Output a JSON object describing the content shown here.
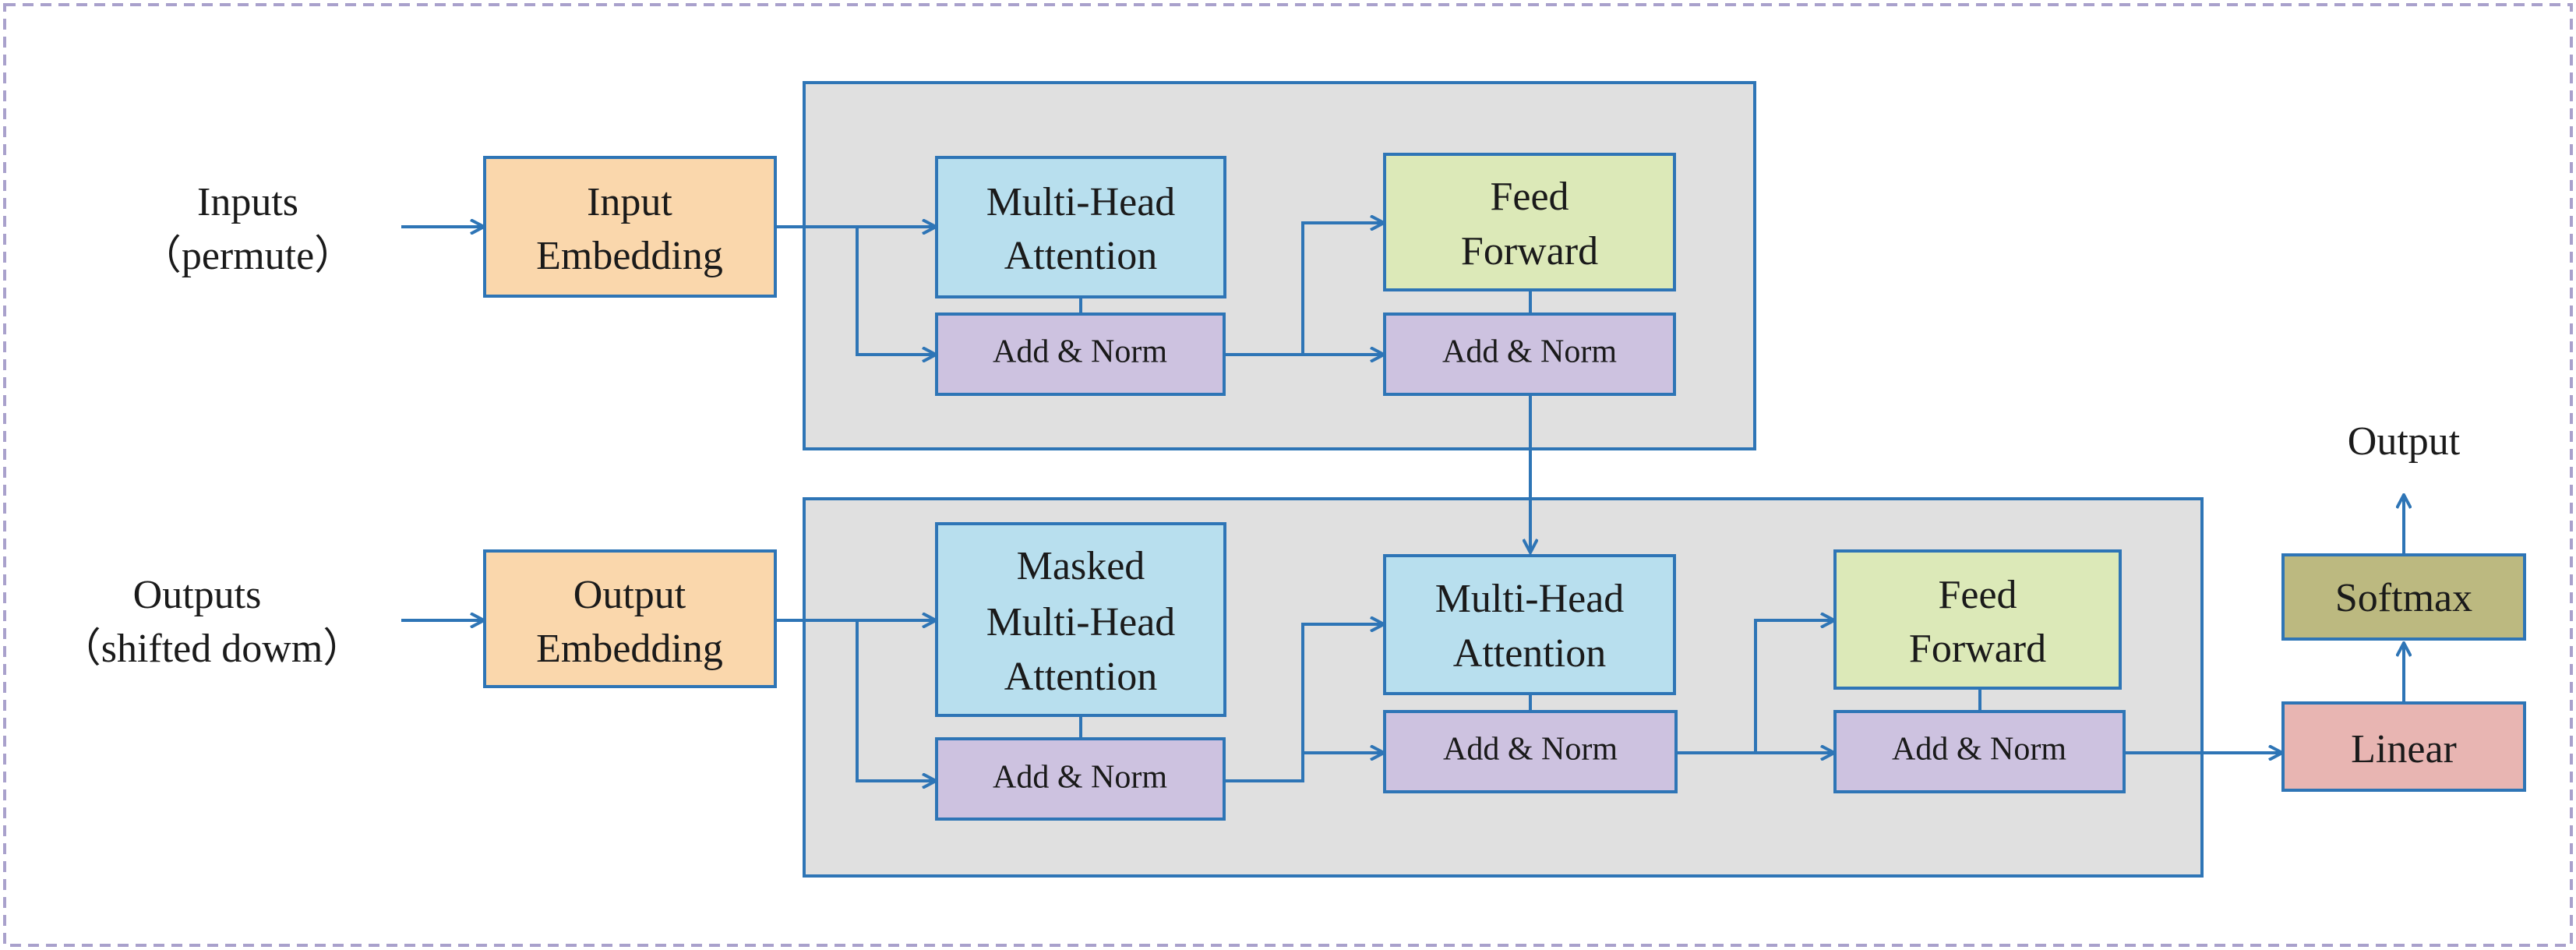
{
  "colors": {
    "frame_border": "#a9a1cc",
    "block_bg": "#e0e0e0",
    "line": "#2e75b6",
    "embedding": "#fad7ac",
    "attention": "#b8dfee",
    "feed_forward": "#dce9b8",
    "add_norm": "#cdc2e0",
    "softmax": "#bcb980",
    "linear": "#e8b5b2"
  },
  "encoder": {
    "input_label": {
      "line1": "Inputs",
      "line2": "（permute）"
    },
    "input_embedding": {
      "line1": "Input",
      "line2": "Embedding"
    },
    "attention": {
      "line1": "Multi-Head",
      "line2": "Attention"
    },
    "add_norm_1": "Add & Norm",
    "feed_forward": {
      "line1": "Feed",
      "line2": "Forward"
    },
    "add_norm_2": "Add & Norm"
  },
  "decoder": {
    "output_label": {
      "line1": "Outputs",
      "line2": "（shifted dowm）"
    },
    "output_embedding": {
      "line1": "Output",
      "line2": "Embedding"
    },
    "masked_attention": {
      "line1": "Masked",
      "line2": "Multi-Head",
      "line3": "Attention"
    },
    "add_norm_1": "Add & Norm",
    "attention": {
      "line1": "Multi-Head",
      "line2": "Attention"
    },
    "add_norm_2": "Add & Norm",
    "feed_forward": {
      "line1": "Feed",
      "line2": "Forward"
    },
    "add_norm_3": "Add & Norm"
  },
  "head": {
    "linear": "Linear",
    "softmax": "Softmax",
    "output_label": "Output"
  }
}
